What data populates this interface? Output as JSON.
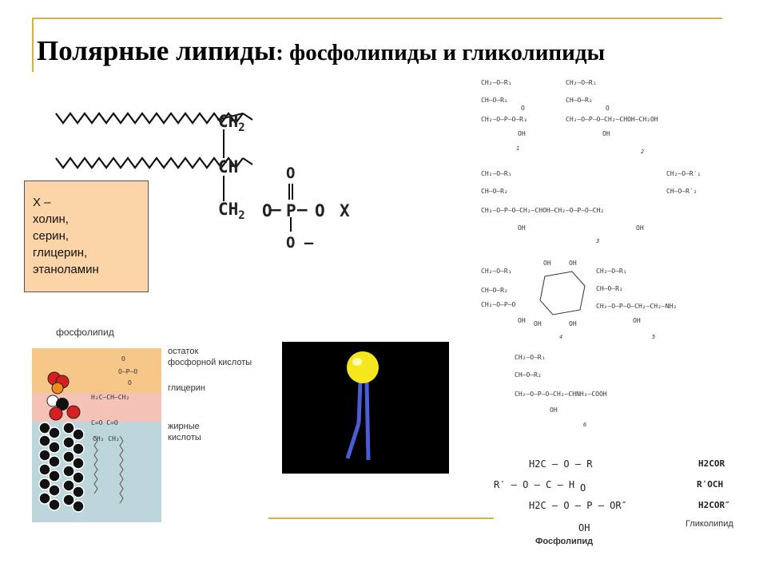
{
  "title": {
    "main": "Полярные липиды",
    "rest": ": фосфолипиды и гликолипиды"
  },
  "colors": {
    "accent_line": "#d4b04a",
    "legend_box_bg": "#fbd5a7",
    "polar_head": "#f5e61e",
    "tails": "#4a5cd8",
    "molecule_bg": "#000000",
    "zone_head": "#f6c789",
    "zone_glycerol": "#f5c2b8",
    "zone_tail": "#bcd6dc"
  },
  "general_formula": {
    "ch2_top": "CH",
    "ch2_top_sub": "2",
    "ch": "CH",
    "ch2_bottom": "CH",
    "ch2_bottom_sub": "2",
    "o_link": "O",
    "p": "P",
    "o_top": "O",
    "o_bottom": "O",
    "o_bottom_charge": "–",
    "x": "X",
    "bond_left": "—",
    "bond_right": "—"
  },
  "x_legend": {
    "lines": [
      "X –",
      "холин,",
      "серин,",
      "глицерин,",
      "этаноламин"
    ]
  },
  "phospholipid_diagram": {
    "title": "фосфолипид",
    "label_phosphate_1": "остаток",
    "label_phosphate_2": "фосфорной кислоты",
    "label_glycerol": "глицерин",
    "label_fatty_1": "жирные",
    "label_fatty_2": "кислоты"
  },
  "structures": {
    "s1_num": "1",
    "s2_num": "2",
    "s3_num": "3",
    "s4_num": "4",
    "s5_num": "5",
    "s6_num": "6",
    "s2_tail": "O—CH2—CHOH—CH2OH",
    "s3_mid": "O—CH2—CHOH—CH2—O",
    "s5_tail": "O—CH2—CH2—NH2",
    "s6_tail": "O—CH2—CHNH2—COOH"
  },
  "bottom_right": {
    "phospholipid_caption": "Фосфолипид",
    "glycolipid_caption": "Гликолипид",
    "h2c_o_r": "H2C — O — R",
    "r_o_c_h": "R′ — O — C — H",
    "h2c_o_p": "H2C — O — P — OR″",
    "p_o_top": "O",
    "oh": "OH",
    "gl_1": "H2COR",
    "gl_2": "R′OCH",
    "gl_3": "H2COR″"
  }
}
